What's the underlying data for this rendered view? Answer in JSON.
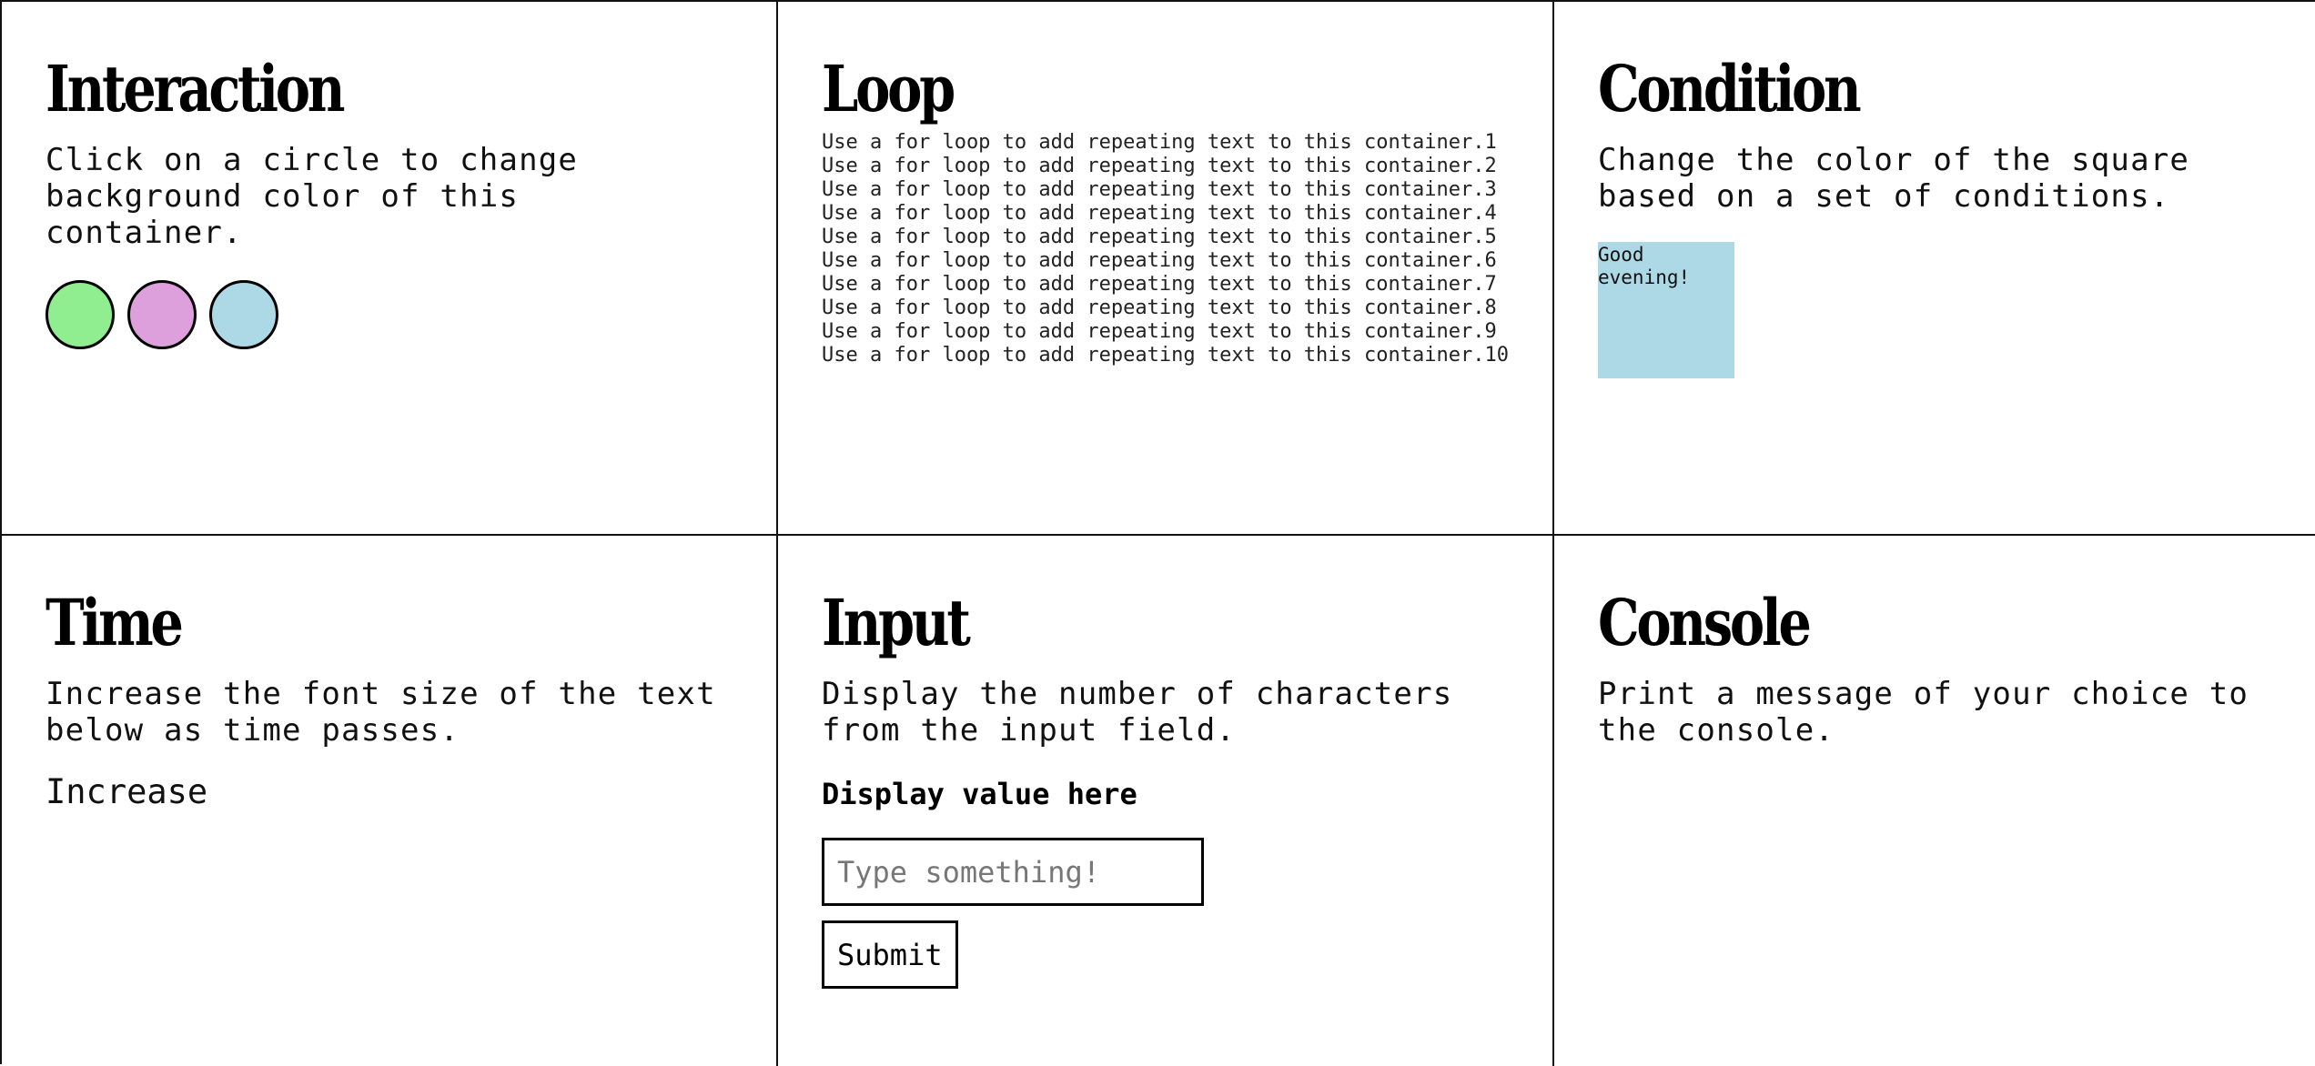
{
  "interaction": {
    "title": "Interaction",
    "description": "Click on a circle to change background color of this container.",
    "circles": [
      {
        "name": "green",
        "color": "#90ee90"
      },
      {
        "name": "plum",
        "color": "#dda0dd"
      },
      {
        "name": "lightblue",
        "color": "#add8e6"
      }
    ]
  },
  "loop": {
    "title": "Loop",
    "lines": [
      "Use a for loop to add repeating text to this container.1",
      "Use a for loop to add repeating text to this container.2",
      "Use a for loop to add repeating text to this container.3",
      "Use a for loop to add repeating text to this container.4",
      "Use a for loop to add repeating text to this container.5",
      "Use a for loop to add repeating text to this container.6",
      "Use a for loop to add repeating text to this container.7",
      "Use a for loop to add repeating text to this container.8",
      "Use a for loop to add repeating text to this container.9",
      "Use a for loop to add repeating text to this container.10"
    ]
  },
  "condition": {
    "title": "Condition",
    "description": "Change the color of the square based on a set of conditions.",
    "square_text": "Good evening!",
    "square_color": "#add8e6"
  },
  "time": {
    "title": "Time",
    "description": "Increase the font size of the text below as time passes.",
    "increase_text": "Increase"
  },
  "input": {
    "title": "Input",
    "description": "Display the number of characters from the input field.",
    "display_value": "Display value here",
    "placeholder": "Type something!",
    "value": "",
    "submit_label": "Submit"
  },
  "console": {
    "title": "Console",
    "description": "Print a message of your choice to the console."
  }
}
